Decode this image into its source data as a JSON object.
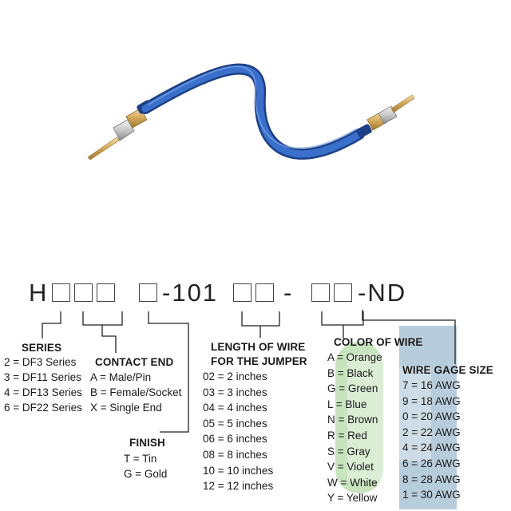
{
  "part_number": {
    "prefix": "H",
    "mid": "-101",
    "sep": "-",
    "suffix": "-ND"
  },
  "series": {
    "title": "SERIES",
    "items": [
      "2 = DF3 Series",
      "3 = DF11 Series",
      "4 = DF13 Series",
      "6 = DF22 Series"
    ]
  },
  "contact_end": {
    "title": "CONTACT END",
    "items": [
      "A = Male/Pin",
      "B = Female/Socket",
      "X = Single End"
    ]
  },
  "finish": {
    "title": "FINISH",
    "items": [
      "T = Tin",
      "G = Gold"
    ]
  },
  "length": {
    "title_line1": "LENGTH OF WIRE",
    "title_line2": "FOR THE JUMPER",
    "items": [
      "02 = 2 inches",
      "03 = 3 inches",
      "04 = 4 inches",
      "05 = 5 inches",
      "06 = 6 inches",
      "08 = 8 inches",
      "10 = 10 inches",
      "12 = 12 inches"
    ]
  },
  "color": {
    "title": "COLOR OF WIRE",
    "items": [
      "A = Orange",
      "B = Black",
      "G = Green",
      "L = Blue",
      "N = Brown",
      "R = Red",
      "S = Gray",
      "V = Violet",
      "W = White",
      "Y = Yellow"
    ]
  },
  "gage": {
    "title": "WIRE GAGE SIZE",
    "items": [
      "7 = 16 AWG",
      "9 = 18 AWG",
      "0 = 20 AWG",
      "2 = 22 AWG",
      "4 = 24 AWG",
      "6 = 26 AWG",
      "8 = 28 AWG",
      "1 = 30 AWG"
    ]
  },
  "colors": {
    "wire": "#2f5fb8",
    "wire_dark": "#1d3f85",
    "pin": "#d9b56a",
    "watermark_green": "#9ccf8a",
    "watermark_blue": "#7fa6bf"
  }
}
